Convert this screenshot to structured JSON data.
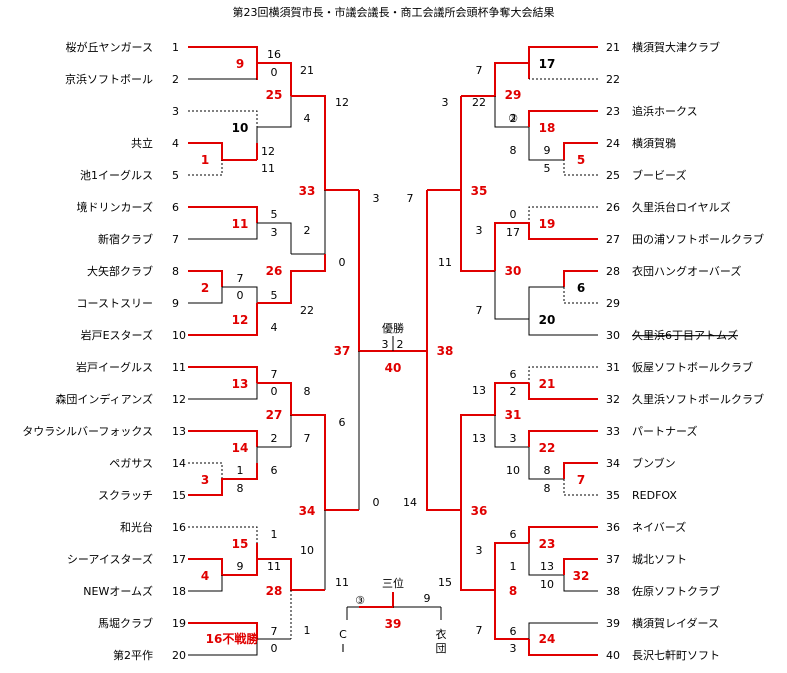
{
  "title": "第23回横須賀市長・市議会議長・商工会議所会頭杯争奪大会結果",
  "left_teams": [
    {
      "seed": "1",
      "name": "桜が丘ヤンガース"
    },
    {
      "seed": "2",
      "name": "京浜ソフトボール"
    },
    {
      "seed": "3",
      "name": ""
    },
    {
      "seed": "4",
      "name": "共立"
    },
    {
      "seed": "5",
      "name": "池1イーグルス"
    },
    {
      "seed": "6",
      "name": "境ドリンカーズ"
    },
    {
      "seed": "7",
      "name": "新宿クラブ"
    },
    {
      "seed": "8",
      "name": "大矢部クラブ"
    },
    {
      "seed": "9",
      "name": "コーストスリー"
    },
    {
      "seed": "10",
      "name": "岩戸Eスターズ"
    },
    {
      "seed": "11",
      "name": "岩戸イーグルス"
    },
    {
      "seed": "12",
      "name": "森団インディアンズ"
    },
    {
      "seed": "13",
      "name": "タウラシルバーフォックス"
    },
    {
      "seed": "14",
      "name": "ペガサス"
    },
    {
      "seed": "15",
      "name": "スクラッチ"
    },
    {
      "seed": "16",
      "name": "和光台"
    },
    {
      "seed": "17",
      "name": "シーアイスターズ"
    },
    {
      "seed": "18",
      "name": "NEWオームズ"
    },
    {
      "seed": "19",
      "name": "馬堀クラブ"
    },
    {
      "seed": "20",
      "name": "第2平作"
    }
  ],
  "right_teams": [
    {
      "seed": "21",
      "name": "横須賀大津クラブ"
    },
    {
      "seed": "22",
      "name": ""
    },
    {
      "seed": "23",
      "name": "追浜ホークス"
    },
    {
      "seed": "24",
      "name": "横須賀鴉"
    },
    {
      "seed": "25",
      "name": "ブービーズ"
    },
    {
      "seed": "26",
      "name": "久里浜台ロイヤルズ"
    },
    {
      "seed": "27",
      "name": "田の浦ソフトボールクラブ"
    },
    {
      "seed": "28",
      "name": "衣団ハングオーバーズ"
    },
    {
      "seed": "29",
      "name": ""
    },
    {
      "seed": "30",
      "name": "久里浜6丁目アトムズ"
    },
    {
      "seed": "31",
      "name": "仮屋ソフトボールクラブ"
    },
    {
      "seed": "32",
      "name": "久里浜ソフトボールクラブ"
    },
    {
      "seed": "33",
      "name": "パートナーズ"
    },
    {
      "seed": "34",
      "name": "ブンブン"
    },
    {
      "seed": "35",
      "name": "REDFOX"
    },
    {
      "seed": "36",
      "name": "ネイバーズ"
    },
    {
      "seed": "37",
      "name": "城北ソフト"
    },
    {
      "seed": "38",
      "name": "佐原ソフトクラブ"
    },
    {
      "seed": "39",
      "name": "横須賀レイダース"
    },
    {
      "seed": "40",
      "name": "長沢七軒町ソフト"
    }
  ],
  "red_game_numbers": [
    {
      "label": "9"
    },
    {
      "label": "25"
    },
    {
      "label": "1"
    },
    {
      "label": "33"
    },
    {
      "label": "11"
    },
    {
      "label": "26"
    },
    {
      "label": "2"
    },
    {
      "label": "12"
    },
    {
      "label": "37"
    },
    {
      "label": "13"
    },
    {
      "label": "27"
    },
    {
      "label": "14"
    },
    {
      "label": "3"
    },
    {
      "label": "34"
    },
    {
      "label": "15"
    },
    {
      "label": "4"
    },
    {
      "label": "28"
    },
    {
      "label": "16不戦勝"
    },
    {
      "label": "29"
    },
    {
      "label": "18"
    },
    {
      "label": "5"
    },
    {
      "label": "35"
    },
    {
      "label": "19"
    },
    {
      "label": "30"
    },
    {
      "label": "38"
    },
    {
      "label": "21"
    },
    {
      "label": "31"
    },
    {
      "label": "22"
    },
    {
      "label": "7"
    },
    {
      "label": "36"
    },
    {
      "label": "23"
    },
    {
      "label": "32"
    },
    {
      "label": "8"
    },
    {
      "label": "24"
    },
    {
      "label": "40"
    },
    {
      "label": "39"
    }
  ],
  "black_game_numbers": [
    {
      "label": "10"
    },
    {
      "label": "17"
    },
    {
      "label": "6"
    },
    {
      "label": "20"
    }
  ],
  "scores": [
    "16",
    "0",
    "21",
    "12",
    "4",
    "12",
    "11",
    "5",
    "3",
    "2",
    "0",
    "7",
    "0",
    "5",
    "4",
    "22",
    "7",
    "0",
    "8",
    "1",
    "8",
    "2",
    "7",
    "6",
    "6",
    "1",
    "9",
    "11",
    "10",
    "7",
    "0",
    "1",
    "11",
    "3",
    "0",
    "14",
    "7",
    "3",
    "2",
    "15",
    "9",
    "7",
    "22",
    "3",
    "2",
    "8",
    "9",
    "5",
    "3",
    "0",
    "17",
    "11",
    "7",
    "6",
    "13",
    "2",
    "13",
    "3",
    "10",
    "8",
    "8",
    "3",
    "6",
    "1",
    "13",
    "10",
    "6",
    "3",
    "7",
    "15"
  ],
  "final_label": "優勝",
  "third_label": "三位",
  "third_left": "CI",
  "third_right": "衣団",
  "circled_marks": [
    "③",
    "③"
  ]
}
